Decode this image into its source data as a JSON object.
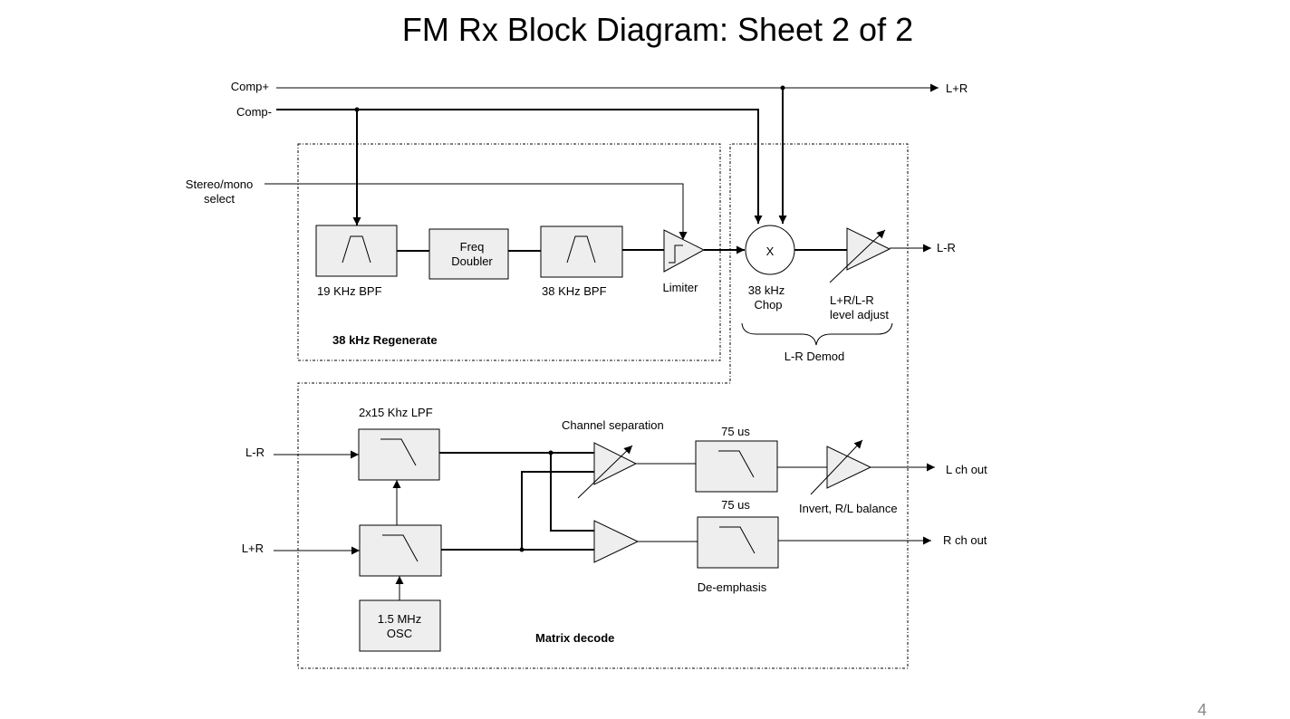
{
  "title": "FM Rx Block Diagram: Sheet 2 of 2",
  "page_number": "4",
  "inputs": {
    "comp_plus": "Comp+",
    "comp_minus": "Comp-",
    "stereo_mono": [
      "Stereo/mono",
      "select"
    ],
    "l_minus_r_in": "L-R",
    "l_plus_r_in": "L+R"
  },
  "outputs": {
    "l_plus_r_out": "L+R",
    "l_minus_r_out": "L-R",
    "l_ch_out": "L ch out",
    "r_ch_out": "R ch out"
  },
  "regenerate": {
    "group_label": "38 kHz Regenerate",
    "bpf19_label": "19 KHz BPF",
    "freq_doubler": [
      "Freq",
      "Doubler"
    ],
    "bpf38_label": "38 KHz BPF",
    "limiter_label": "Limiter"
  },
  "demod": {
    "mixer_symbol": "X",
    "chop_label": [
      "38 kHz",
      "Chop"
    ],
    "level_adjust": [
      "L+R/L-R",
      "level adjust"
    ],
    "group_label": "L-R Demod"
  },
  "matrix": {
    "group_label": "Matrix decode",
    "lpf_label": "2x15 Khz LPF",
    "osc": [
      "1.5 MHz",
      "OSC"
    ],
    "channel_separation": "Channel separation",
    "deemph_top": "75 us",
    "deemph_bottom": "75 us",
    "deemphasis_label": "De-emphasis",
    "invert_label": "Invert, R/L balance"
  }
}
